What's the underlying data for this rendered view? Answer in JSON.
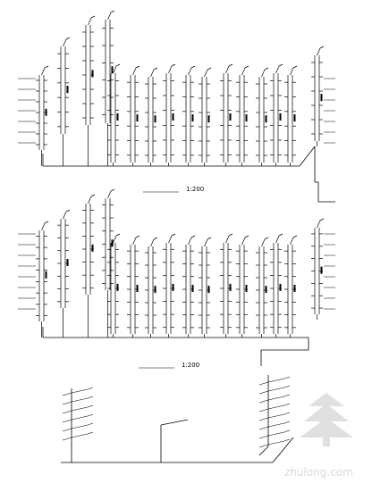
{
  "drawing": {
    "upper_caption": "",
    "upper_scale": "1:200",
    "middle_caption": "",
    "middle_scale": "1:200"
  },
  "watermark": {
    "text": "zhulong.com",
    "color": "#b9b9b9"
  },
  "colors": {
    "line": "#000000",
    "background": "#ffffff"
  }
}
